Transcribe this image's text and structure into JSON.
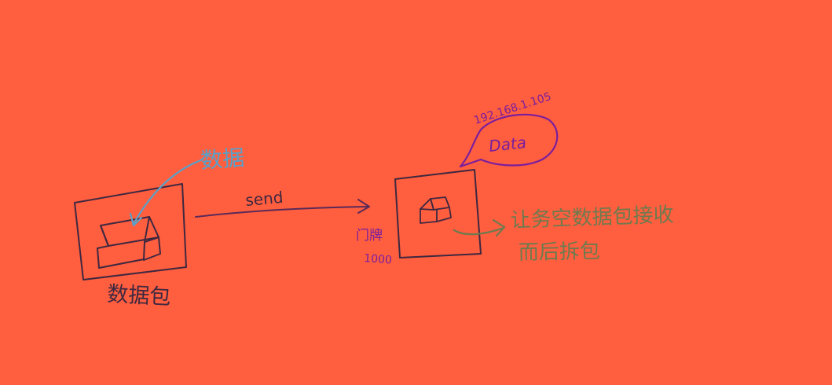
{
  "colors": {
    "background": "#FF5E3F",
    "ink": "#3E2840",
    "purple": "#7A1E9E",
    "blue": "#5AA0C8",
    "green": "#6E7A4E"
  },
  "labels": {
    "data_annotation": "数据",
    "packet_caption": "数据包",
    "send_label": "send",
    "ip_address": "192.168.1.105",
    "data_bubble": "Data",
    "port_label": "门牌",
    "port_number": "1000",
    "receive_note_line1": "让务空数据包接收",
    "receive_note_line2": "而后拆包"
  }
}
